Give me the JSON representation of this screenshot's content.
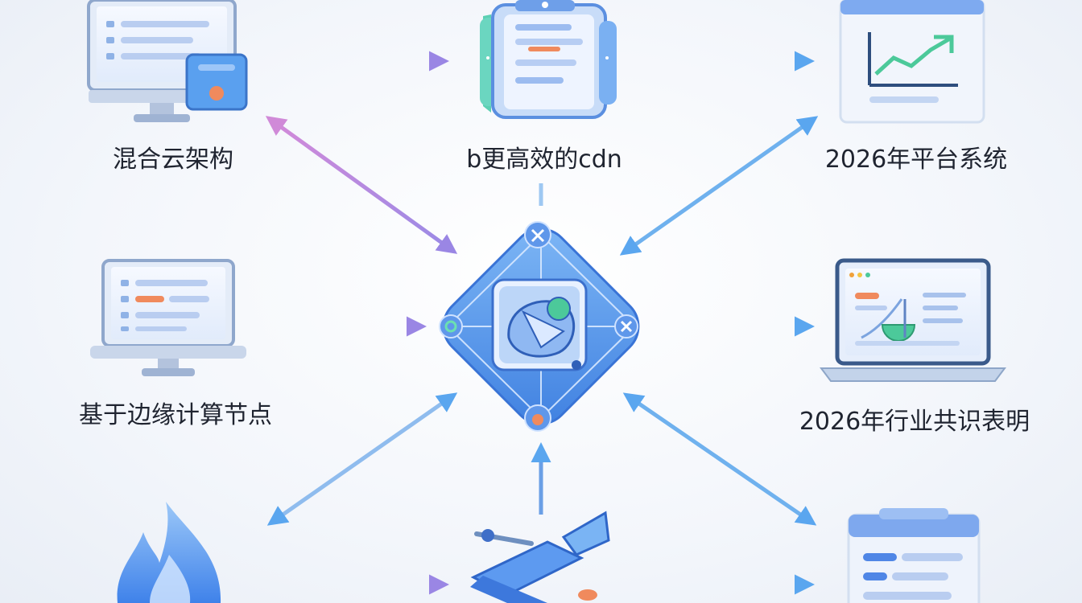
{
  "nodes": {
    "hybrid_cloud": {
      "label": "混合云架构",
      "icon": "desktop-monitor-icon"
    },
    "cdn": {
      "label": "b更高效的cdn",
      "icon": "server-document-icon"
    },
    "platform_2026": {
      "label": "2026年平台系统",
      "icon": "line-chart-icon"
    },
    "edge_nodes": {
      "label": "基于边缘计算节点",
      "icon": "desktop-monitor-icon"
    },
    "industry_2026": {
      "label": "2026年行业共识表明",
      "icon": "laptop-analytics-icon"
    },
    "fire": {
      "label": "",
      "icon": "flame-icon"
    },
    "tools": {
      "label": "",
      "icon": "tools-icon"
    },
    "doc": {
      "label": "",
      "icon": "document-icon"
    },
    "hub": {
      "label": "",
      "icon": "ai-hub-diamond-icon"
    }
  },
  "colors": {
    "arrow_purple": "#a78bdf",
    "arrow_blue": "#6fb1ee",
    "hub_blue": "#4f8fe9",
    "accent_orange": "#f08a5d",
    "accent_green": "#4cc99a"
  }
}
